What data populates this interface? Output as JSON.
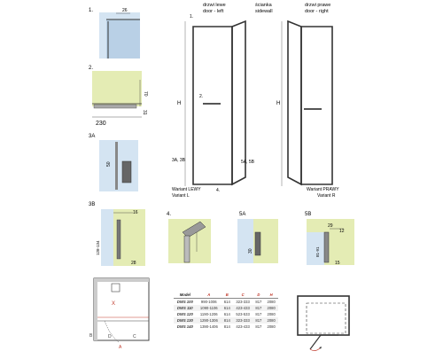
{
  "panels": {
    "p1": "1.",
    "p2": "2.",
    "p3A": "3A",
    "p3B": "3B",
    "p4": "4.",
    "p5A": "5A",
    "p5B": "5B"
  },
  "dims": {
    "d26": "26",
    "d230": "230",
    "d70": "70",
    "d31": "31",
    "d50": "50",
    "d16": "16",
    "d128134": "128-134",
    "d28": "28",
    "d29": "29",
    "d12": "12",
    "d8191": "81-91",
    "d30": "30",
    "d15": "15"
  },
  "main": {
    "label_left_pl": "drzwi lewe",
    "label_left_en": "door - left",
    "label_sidewall_pl": "ścianka",
    "label_sidewall_en": "sidewall",
    "label_right_pl": "drzwi prawe",
    "label_right_en": "door - right",
    "H": "H",
    "callout_1": "1.",
    "callout_2": "2.",
    "callout_3a3b": "3A, 3B",
    "callout_4": "4.",
    "callout_5a5b": "5A, 5B",
    "variant_left_pl": "Wariant LEWY",
    "variant_left_en": "Variant L",
    "variant_right_pl": "Wariant PRAWY",
    "variant_right_en": "Variant R"
  },
  "plan": {
    "X": "X",
    "B": "B",
    "A": "A",
    "C": "C",
    "D": "D"
  },
  "table": {
    "headers": [
      "Model",
      "A",
      "B",
      "C",
      "D",
      "H"
    ],
    "rows": [
      [
        "DWS 100",
        "990-1006",
        "614",
        "323-333",
        "817",
        "2080"
      ],
      [
        "DWS 110",
        "1090-1106",
        "614",
        "423-433",
        "817",
        "2080"
      ],
      [
        "DWS 120",
        "1190-1206",
        "614",
        "523-533",
        "817",
        "2080"
      ],
      [
        "DWS 130",
        "1290-1306",
        "814",
        "323-333",
        "817",
        "2080"
      ],
      [
        "DWS 140",
        "1390-1406",
        "814",
        "423-433",
        "817",
        "2080"
      ]
    ]
  },
  "colors": {
    "glass_blue": "#d4e4f2",
    "wall_green": "#e4ecb4",
    "dim_red": "#c0392b"
  }
}
